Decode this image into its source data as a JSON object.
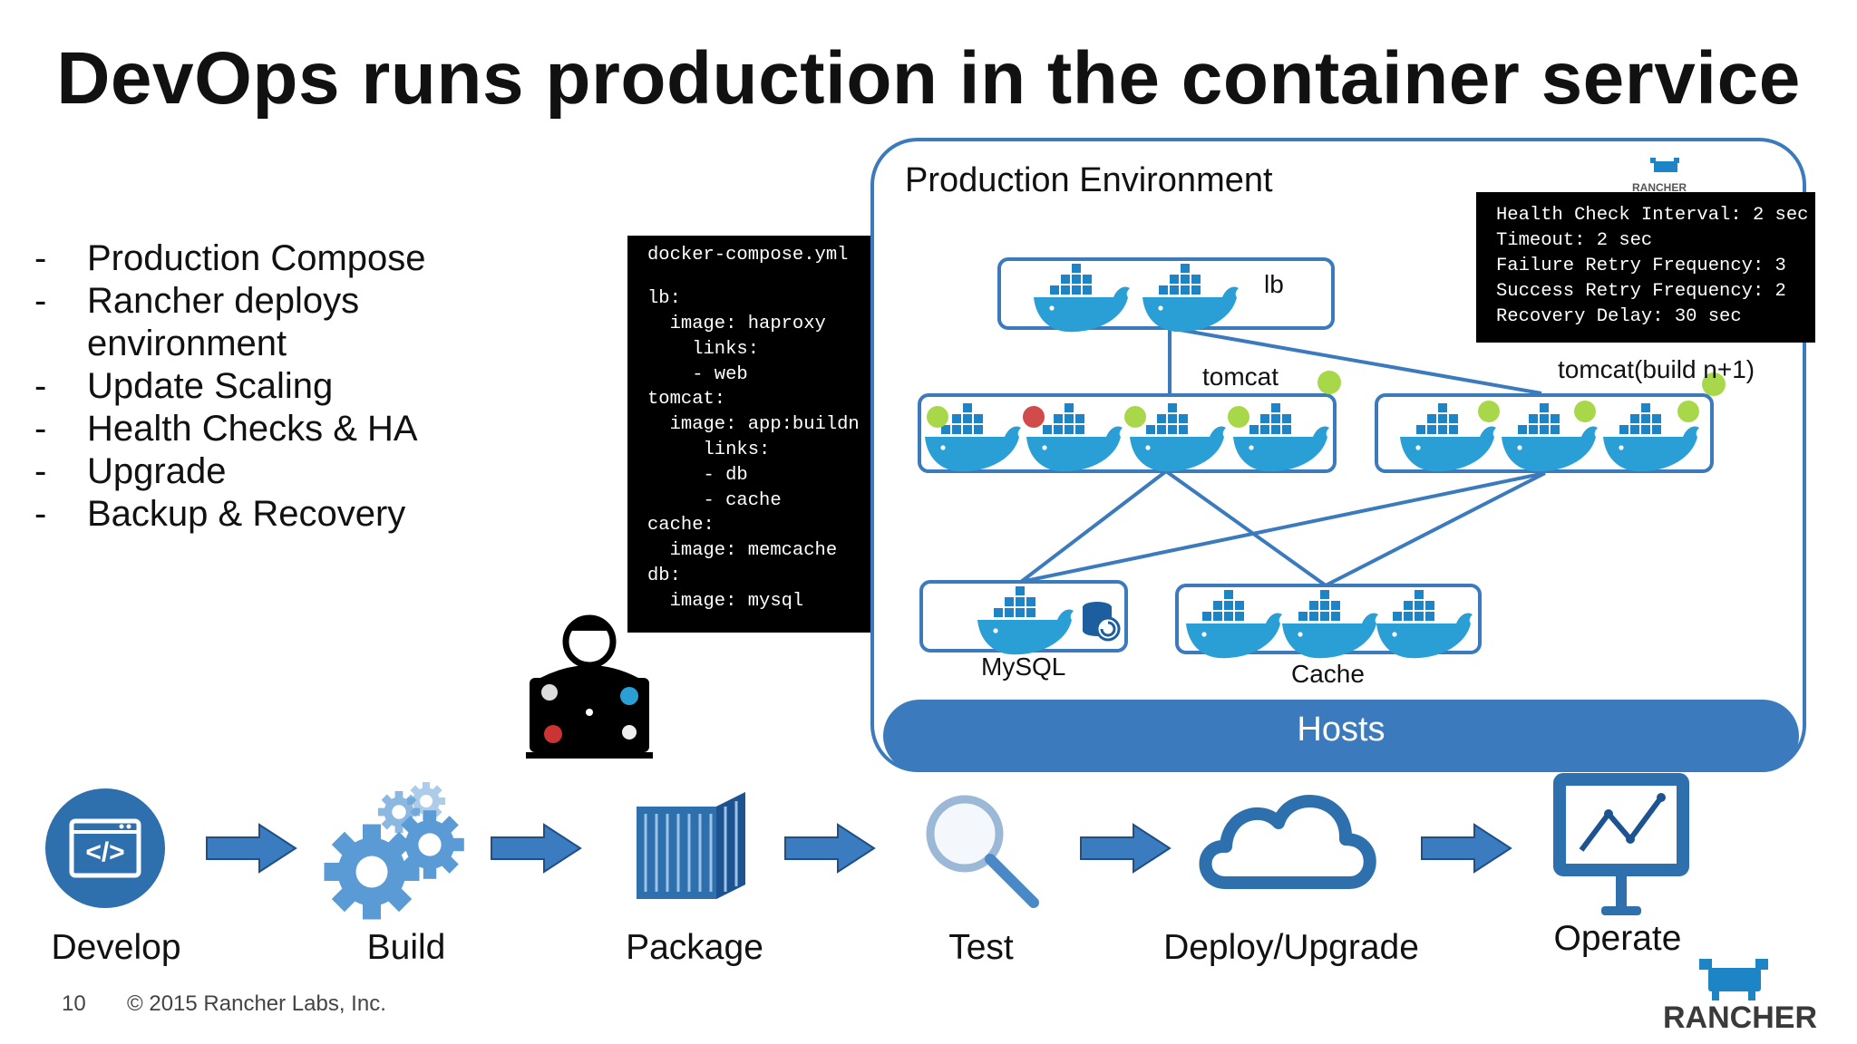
{
  "slide": {
    "title": "DevOps runs production in the container service",
    "page_number": "10",
    "copyright": "© 2015 Rancher Labs, Inc.",
    "logo_text": "RANCHER"
  },
  "bullets": [
    "Production Compose",
    "Rancher deploys environment",
    "Update Scaling",
    "Health Checks & HA",
    "Upgrade",
    "Backup & Recovery"
  ],
  "compose_file": [
    "docker-compose.yml",
    "",
    "lb:",
    "  image: haproxy",
    "    links:",
    "    - web",
    "tomcat:",
    "  image: app:buildn",
    "     links:",
    "     - db",
    "     - cache",
    "cache:",
    "  image: memcache",
    "db:",
    "  image: mysql"
  ],
  "production": {
    "title": "Production Environment",
    "mini_logo": "RANCHER",
    "lb_label": "lb",
    "tomcat_label": "tomcat",
    "tomcat_next_label": "tomcat(build n+1)",
    "mysql_label": "MySQL",
    "cache_label": "Cache",
    "hosts_label": "Hosts"
  },
  "health_check": [
    "Health Check Interval: 2 sec",
    "Timeout: 2 sec",
    "Failure Retry Frequency: 3",
    "Success Retry Frequency: 2",
    "Recovery Delay: 30 sec"
  ],
  "pipeline": [
    "Develop",
    "Build",
    "Package",
    "Test",
    "Deploy/Upgrade",
    "Operate"
  ],
  "colors": {
    "brand_blue": "#2e6fad",
    "docker_blue": "#2a9fd6",
    "healthy": "#a8d84a",
    "unhealthy": "#d24b4b",
    "hosts_bar": "#3a7abd"
  },
  "icons": [
    "code-window-icon",
    "gears-icon",
    "shipping-container-icon",
    "magnifier-icon",
    "cloud-icon",
    "monitor-chart-icon",
    "developer-laptop-icon",
    "docker-whale-icon",
    "database-restore-icon",
    "rancher-logo-icon"
  ]
}
